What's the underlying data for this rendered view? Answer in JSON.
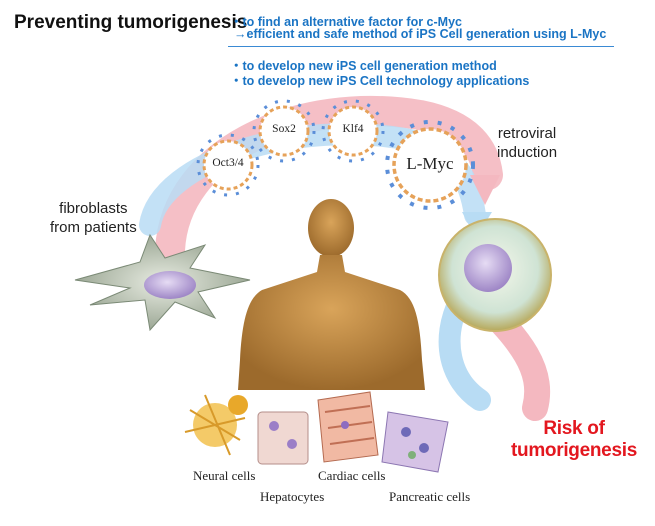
{
  "header": {
    "title": "Preventing tumorigenesis",
    "bullet_1": "・to find an alternative factor for c-Myc",
    "bullet_2": "→efficient and safe method of iPS Cell generation using L-Myc",
    "bullet_3": "・to develop new iPS cell generation method",
    "bullet_4": "・to develop new iPS Cell technology applications"
  },
  "factors": {
    "oct": "Oct3/4",
    "sox": "Sox2",
    "klf": "Klf4",
    "lmyc": "L-Myc"
  },
  "labels": {
    "retroviral_1": "retroviral",
    "retroviral_2": "induction",
    "fibroblasts_1": "fibroblasts",
    "fibroblasts_2": "from patients",
    "neural": "Neural cells",
    "cardiac": "Cardiac cells",
    "hepatocytes": "Hepatocytes",
    "pancreatic": "Pancreatic cells",
    "risk_1": "Risk of",
    "risk_2": "tumorigenesis"
  },
  "colors": {
    "pink_arrow": "#f4b8c0",
    "blue_arrow": "#b8dcf4",
    "accent_blue": "#1a74c4",
    "risk_red": "#e3171f"
  }
}
